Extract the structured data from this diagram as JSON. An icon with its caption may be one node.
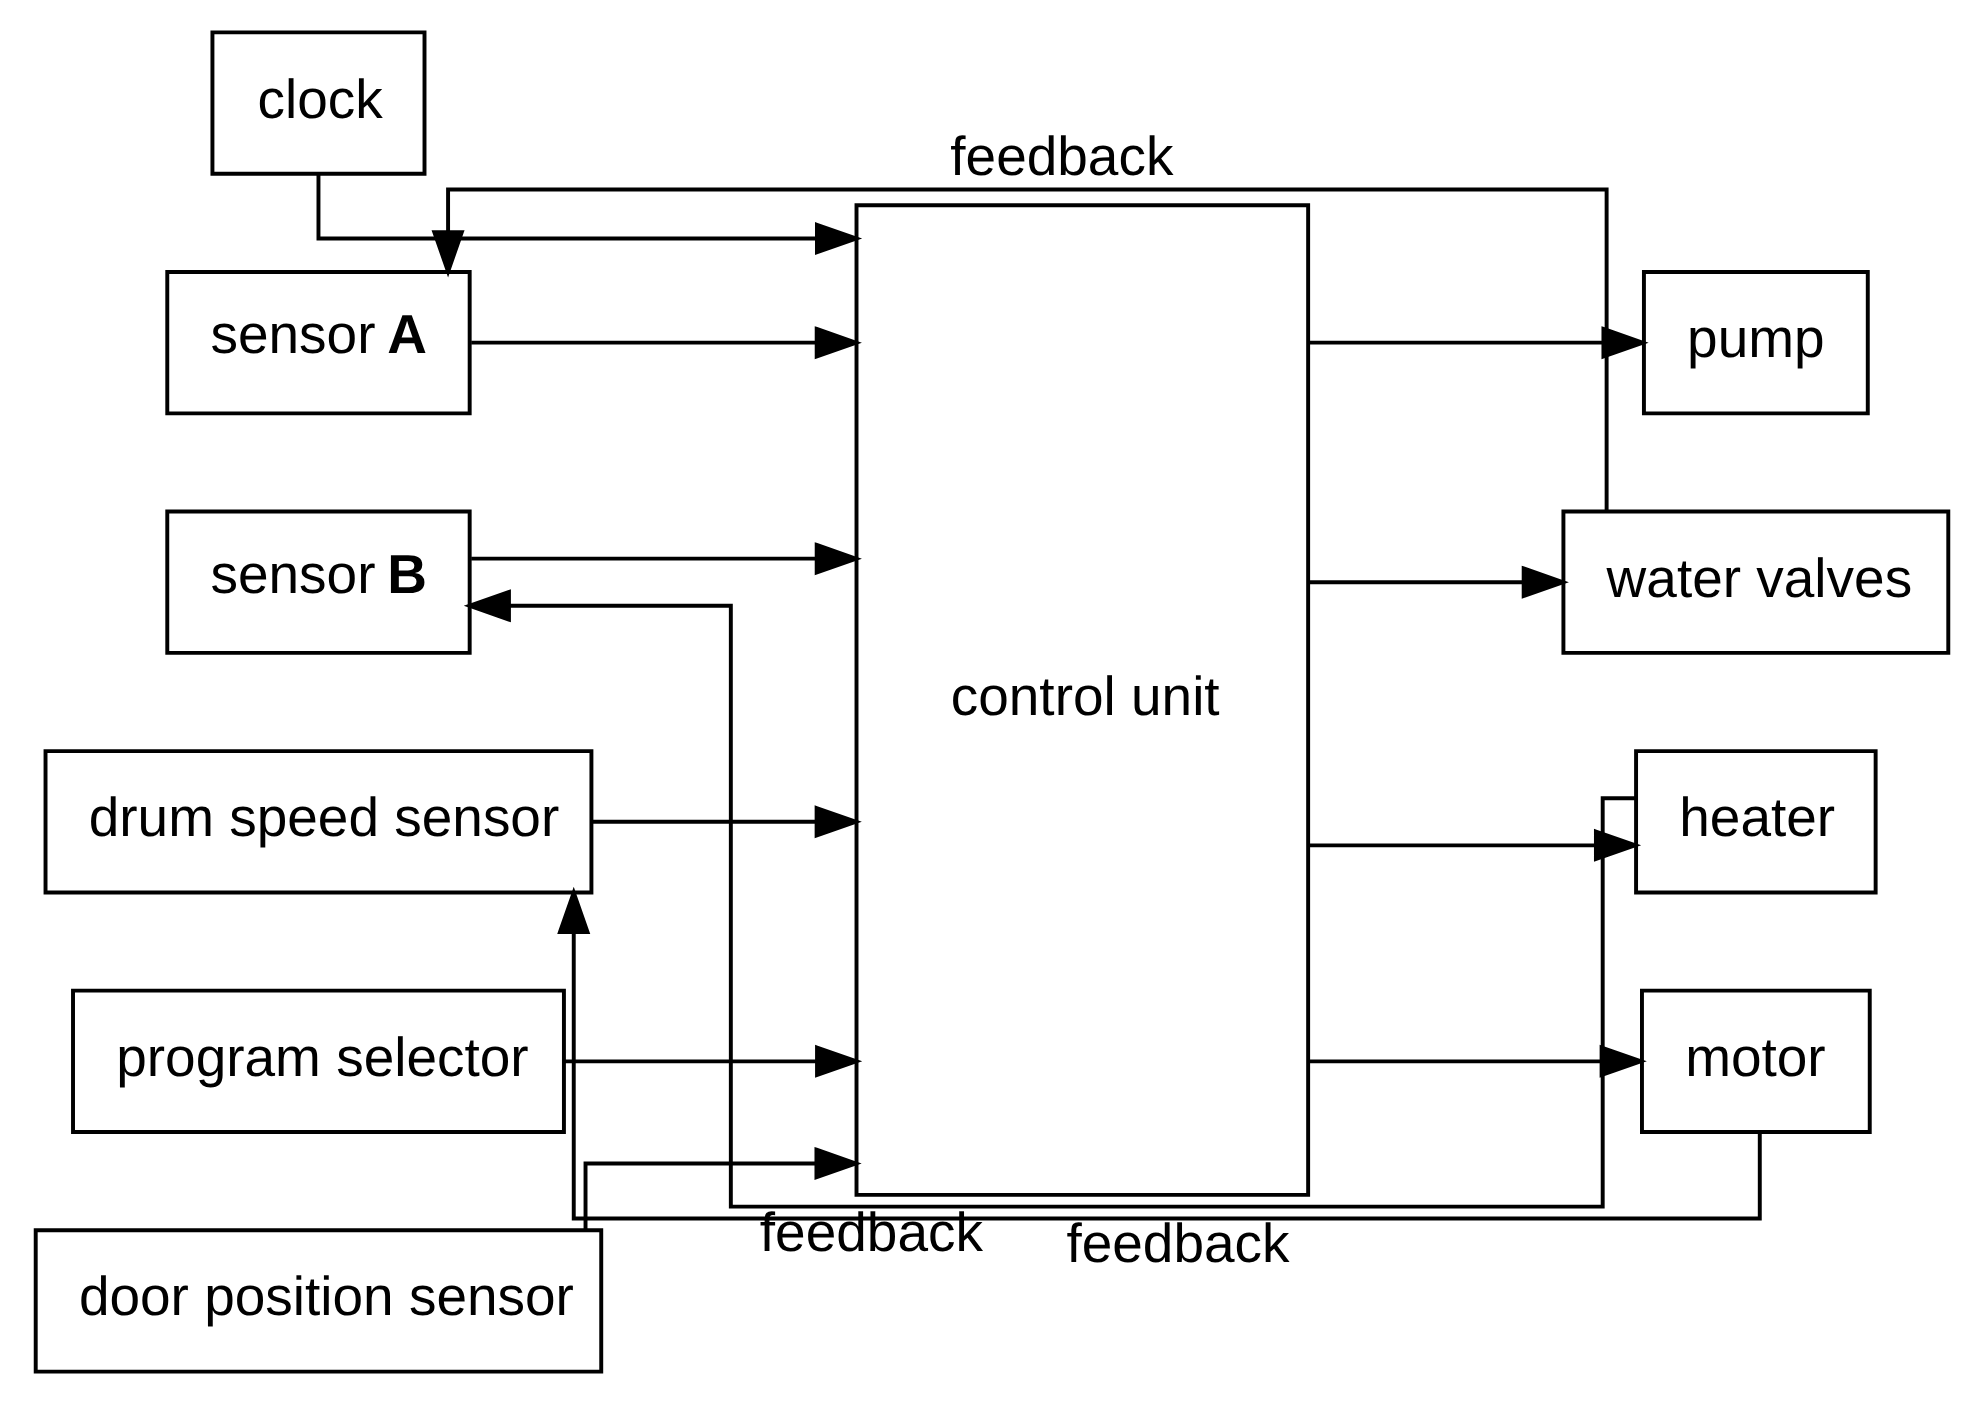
{
  "diagram": {
    "nodes": [
      {
        "text": [
          "clock"
        ]
      },
      {
        "text": [
          "program selector"
        ]
      },
      {
        "text": [
          "sensor **A**"
        ]
      },
      {
        "text": [
          "door position sensor"
        ]
      },
      {
        "text": [
          "sensor **B**"
        ]
      },
      {
        "text": [
          "drum speed sensor"
        ]
      },
      {
        "text": [
          "control unit"
        ]
      },
      {
        "text": [
          "pump"
        ]
      },
      {
        "text": [
          "water valves"
        ]
      },
      {
        "text": [
          "heater"
        ]
      },
      {
        "text": [
          "motor"
        ]
      }
    ],
    "edges": [
      {
        "from": 0,
        "to": 6,
        "arrow": "to"
      },
      {
        "from": 1,
        "to": 6,
        "arrow": "to"
      },
      {
        "from": 2,
        "to": 6,
        "arrow": "to"
      },
      {
        "from": 3,
        "to": 6,
        "arrow": "to"
      },
      {
        "from": 4,
        "to": 6,
        "arrow": "to"
      },
      {
        "from": 5,
        "to": 6,
        "arrow": "to"
      },
      {
        "from": 6,
        "to": 7,
        "arrow": "to"
      },
      {
        "from": 6,
        "to": 8,
        "arrow": "to"
      },
      {
        "from": 6,
        "to": 9,
        "arrow": "to"
      },
      {
        "from": 6,
        "to": 10,
        "arrow": "to"
      },
      {
        "from": 10,
        "to": 5,
        "arrow": "to",
        "label": "feedback"
      },
      {
        "from": 9,
        "to": 4,
        "arrow": "to",
        "label": "feedback"
      },
      {
        "from": 8,
        "to": 2,
        "arrow": "to",
        "label": "feedback"
      }
    ]
  }
}
